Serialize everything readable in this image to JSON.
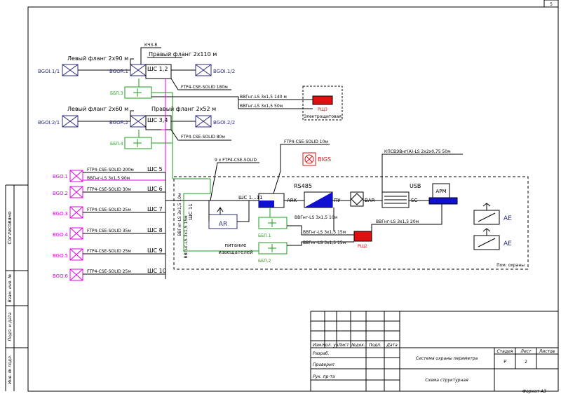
{
  "sheet": {
    "page_number": "5",
    "format": "Формат А3",
    "side_stamp": [
      "Согласовано",
      "Взам. инв. №",
      "Подп. и дата",
      "Инв. № подл."
    ]
  },
  "title_block": {
    "headers": [
      "Изм.",
      "Кол. уч",
      "Лист",
      "№док.",
      "Подп.",
      "Дата"
    ],
    "rows": [
      "Разраб.",
      "Проверил",
      "Рук. пр-та"
    ],
    "doc_title": "Система охраны периметра",
    "sheet_title": "Схема структурная",
    "stage_label": "Стадия",
    "sheet_label": "Лист",
    "sheets_label": "Листов",
    "stage": "Р",
    "sheet": "2"
  },
  "detectors": {
    "bgo11": "BGOI.1/1",
    "bgo12": "BGOI.1/2",
    "bgo21": "BGOI.2/1",
    "bgo22": "BGOI.2/2",
    "bgor1": "BGOR.1",
    "bgor2": "BGOR.2",
    "bgo": [
      "BGO.1",
      "BGO.2",
      "BGO.3",
      "BGO.4",
      "BGO.5",
      "BGO.6"
    ]
  },
  "labels": {
    "left_flank_1": "Левый фланг 2х90 м",
    "right_flank_1": "Правый фланг 2х110 м",
    "left_flank_2": "Левый фланг 2х60 м",
    "right_flank_2": "Правый фланг 2х52 м",
    "kchz": "КЧЗ-R",
    "shs12": "ШС 1,2",
    "shs34": "ШС 3,4",
    "bbp3": "ББП.3",
    "bbp4": "ББП.4",
    "bbp1": "ББП.1",
    "bbp2": "ББП.2",
    "ftp180": "FTP4-CSE-SOLID 180м",
    "ftp80": "FTP4-CSE-SOLID 80м",
    "vvg140": "ВВГнг-LS  3х1,5 140 м",
    "vvg50a": "ВВГнг-LS  3х1,5 50м",
    "rsh3": "РЩ3",
    "elshield": "Электрощитовая",
    "ftp10": "FTP4-CSE-SOLID 10м",
    "bigs": "BIGS",
    "kps": "КПСВЭВнг(А)-LS 2х2х0,75 50м",
    "ftp9": "9 х FTP4-CSE-SOLID",
    "rs485": "RS485",
    "usb": "USB",
    "arm": "АРМ",
    "ark": "ARK",
    "pu": "ПУ",
    "bar": "BAR",
    "sc": "SC",
    "ar": "AR",
    "shs111": "ШС 1...11",
    "shs11": "ШС 11",
    "vvg_v1": "ВВГнг-LS  3х1,5 10м",
    "vvg_v2": "ВВГнг-LS  3х1,5 15м",
    "vvg10": "ВВГнг-LS  3х1,5 10м",
    "vvg15a": "ВВГнг-LS  3х1,5 15м",
    "vvg15b": "ВВГнг-LS  3х1,5 15м",
    "vvg20": "ВВГнг-LS  3х1,5 20м",
    "rsh2": "РЩ2",
    "power1": "питание",
    "power2": "извещателей",
    "ae": "AE",
    "room": "Пом. охраны",
    "bgo1_cable1": "FTP4-CSE-SOLID 200м",
    "bgo1_cable2": "ВВГнг-LS  3х1,5 90м",
    "bgo2_cable": "FTP4-CSE-SOLID 30м",
    "bgo3_cable": "FTP4-CSE-SOLID 25м",
    "bgo4_cable": "FTP4-CSE-SOLID 35м",
    "bgo5_cable": "FTP4-CSE-SOLID 25м",
    "bgo6_cable": "FTP4-CSE-SOLID 25м",
    "shs": [
      "ШС 5",
      "ШС 6",
      "ШС 7",
      "ШС 8",
      "ШС 9",
      "ШС 10"
    ]
  },
  "colors": {
    "line": "#000000",
    "detector": "#2b2b80",
    "magenta": "#e600e6",
    "green": "#1a9f1a",
    "red": "#e01010",
    "blue": "#1010d0"
  }
}
